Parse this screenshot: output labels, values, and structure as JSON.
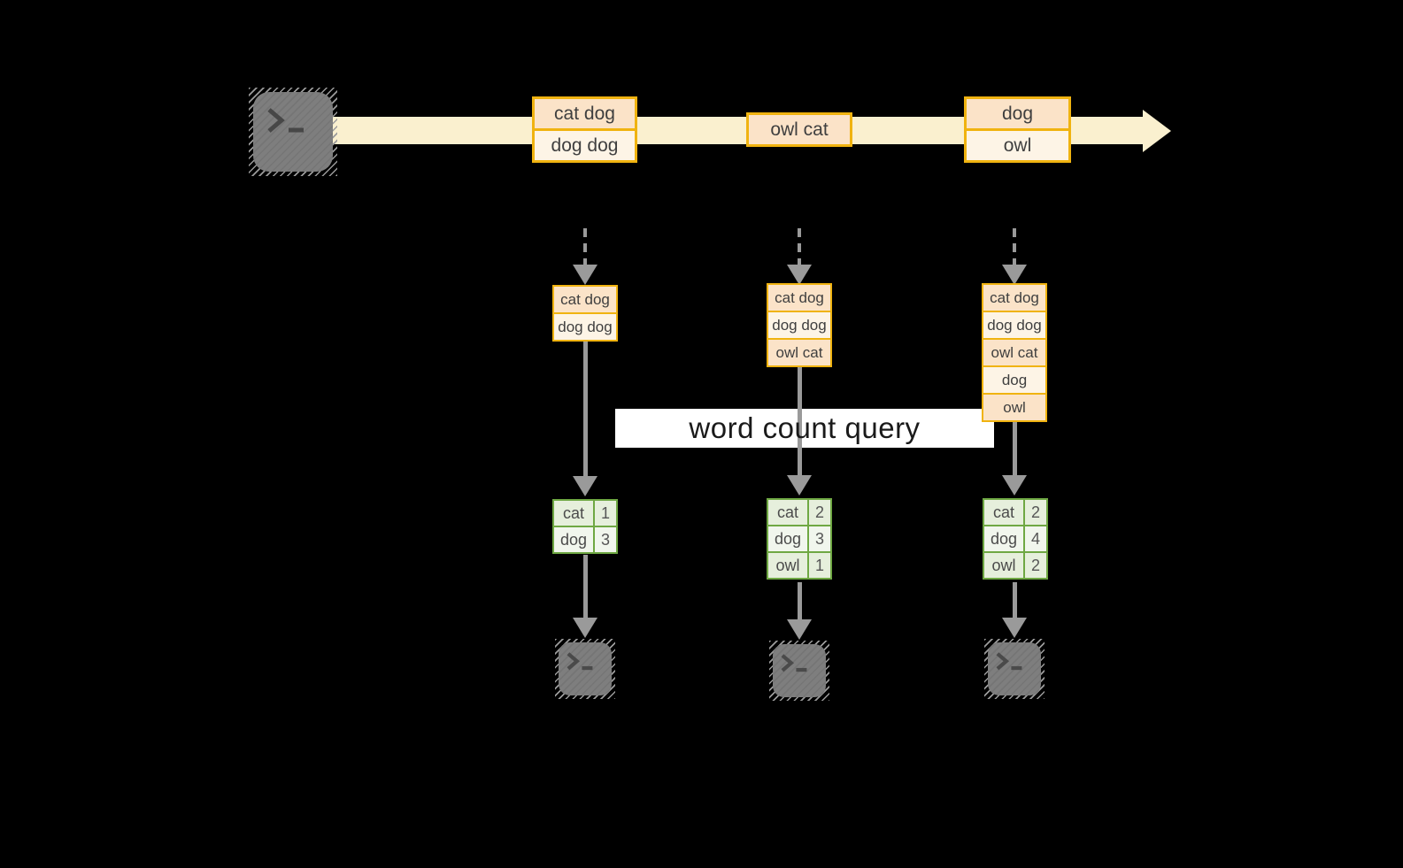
{
  "query_label": "word count query",
  "stream": {
    "source_icon": "terminal-icon",
    "batches": [
      [
        "cat dog",
        "dog dog"
      ],
      [
        "owl cat"
      ],
      [
        "dog",
        "owl"
      ]
    ]
  },
  "micro_batches": [
    [
      "cat dog",
      "dog dog"
    ],
    [
      "cat dog",
      "dog dog",
      "owl cat"
    ],
    [
      "cat dog",
      "dog dog",
      "owl cat",
      "dog",
      "owl"
    ]
  ],
  "word_counts": [
    {
      "rows": [
        [
          "cat",
          "1"
        ],
        [
          "dog",
          "3"
        ]
      ]
    },
    {
      "rows": [
        [
          "cat",
          "2"
        ],
        [
          "dog",
          "3"
        ],
        [
          "owl",
          "1"
        ]
      ]
    },
    {
      "rows": [
        [
          "cat",
          "2"
        ],
        [
          "dog",
          "4"
        ],
        [
          "owl",
          "2"
        ]
      ]
    }
  ],
  "sink_icons": [
    "terminal-icon",
    "terminal-icon",
    "terminal-icon"
  ],
  "colors": {
    "background": "#000000",
    "stream_band": "#faf0cf",
    "box_border": "#f0b310",
    "box_fill_peach": "#fbe3c8",
    "box_fill_cream": "#fdf4e6",
    "table_border": "#6fa843",
    "table_fill": "#e6efdc",
    "table_fill_alt": "#f1f6ed",
    "arrow": "#9a9a9a",
    "label_bg": "#ffffff",
    "label_text": "#1a1a1a",
    "cell_text": "#3f3f3f"
  }
}
